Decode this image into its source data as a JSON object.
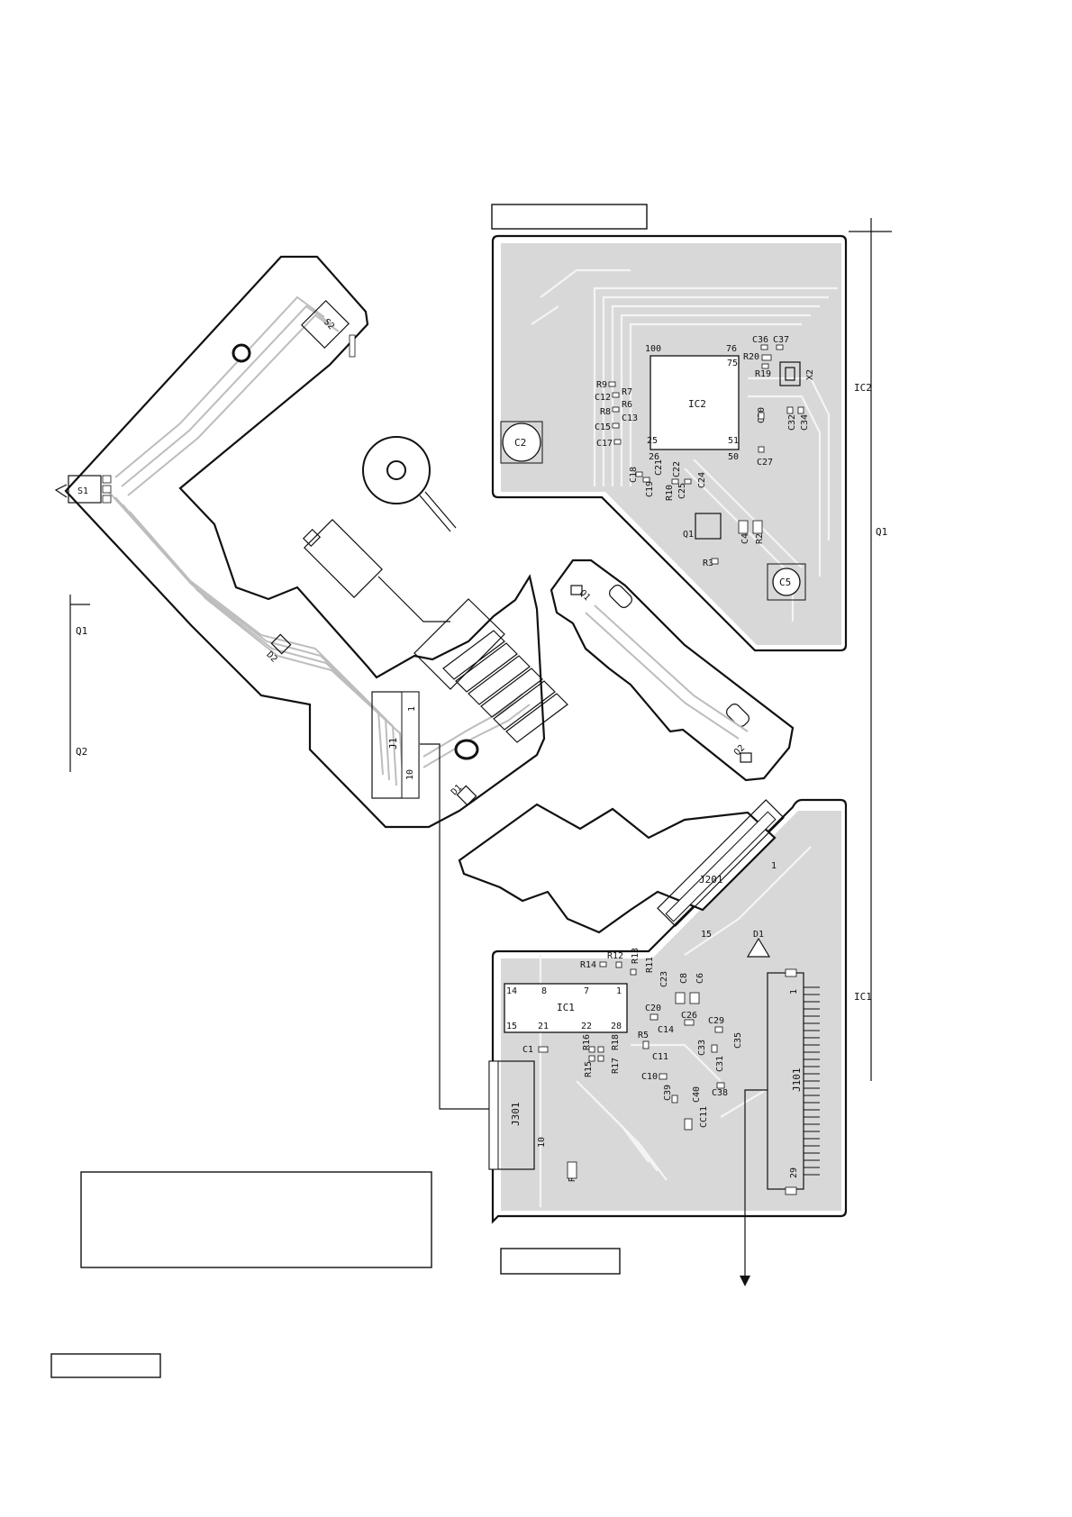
{
  "diagram": {
    "main_board": {
      "components": [
        "S1",
        "S2",
        "D1",
        "D2",
        "J1"
      ],
      "pin_labels": [
        "1",
        "10"
      ],
      "side_labels": [
        "Q1",
        "Q2"
      ]
    },
    "sensor_board": {
      "components": [
        "Q1",
        "Q2"
      ]
    },
    "upper_board": {
      "components": [
        "C2",
        "IC2",
        "C36",
        "C37",
        "R20",
        "R19",
        "X2",
        "R9",
        "R7",
        "C12",
        "R6",
        "R8",
        "C13",
        "C15",
        "C17",
        "C18",
        "C19",
        "C21",
        "C22",
        "R10",
        "C25",
        "C24",
        "C30",
        "C32",
        "C34",
        "C27",
        "Q1",
        "C4",
        "R2",
        "R3",
        "C5"
      ],
      "ic_pins": [
        "100",
        "76",
        "75",
        "25",
        "26",
        "51",
        "50"
      ]
    },
    "lower_board": {
      "components": [
        "J201",
        "D1",
        "IC1",
        "R14",
        "R12",
        "R13",
        "R11",
        "C23",
        "C8",
        "C6",
        "C20",
        "C26",
        "C29",
        "C14",
        "R5",
        "C11",
        "C1",
        "R15",
        "R16",
        "R17",
        "R18",
        "C33",
        "C31",
        "C35",
        "C10",
        "C38",
        "C39",
        "C40",
        "CC11",
        "J301",
        "R1",
        "J101"
      ],
      "ic_pins": [
        "14",
        "8",
        "7",
        "1",
        "15",
        "21",
        "22",
        "28"
      ],
      "connector_pins": [
        "1",
        "15",
        "10",
        "29"
      ]
    },
    "side_ruler_labels": [
      "IC2",
      "Q1",
      "IC1"
    ]
  }
}
